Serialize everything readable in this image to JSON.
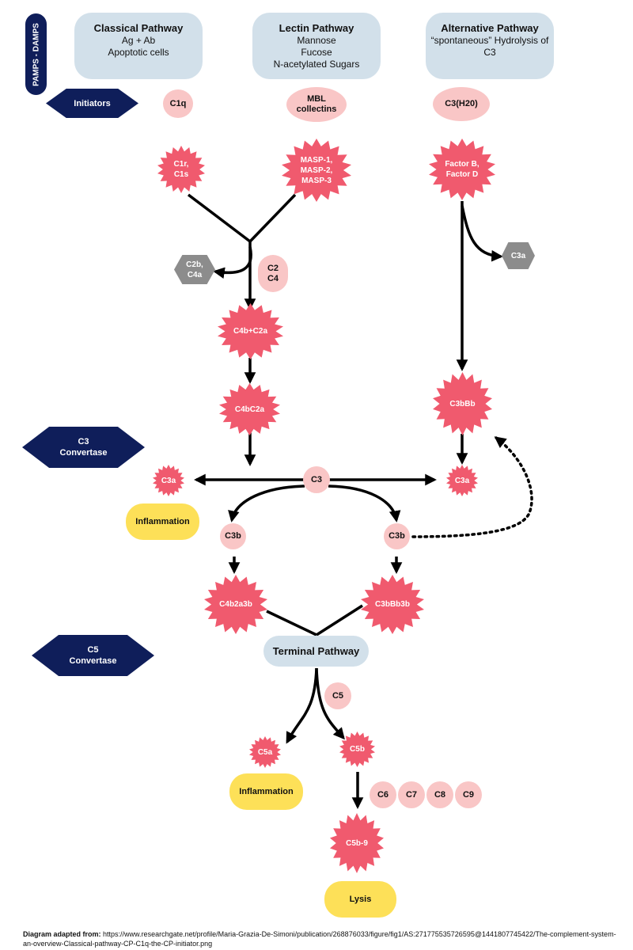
{
  "side_label": "PAMPS - DAMPS",
  "pathways": {
    "classical": {
      "title": "Classical Pathway",
      "lines": [
        "Ag + Ab",
        "Apoptotic cells"
      ]
    },
    "lectin": {
      "title": "Lectin Pathway",
      "lines": [
        "Mannose",
        "Fucose",
        "N-acetylated Sugars"
      ]
    },
    "alternative": {
      "title": "Alternative Pathway",
      "lines": [
        "“spontaneous” Hydrolysis of",
        "C3"
      ]
    }
  },
  "labels": {
    "initiators": "Initiators",
    "c3_convertase": [
      "C3",
      "Convertase"
    ],
    "c5_convertase": [
      "C5",
      "Convertase"
    ]
  },
  "initiators": {
    "c1q": "C1q",
    "mbl": [
      "MBL",
      "collectins"
    ],
    "c3h2o": "C3(H20)"
  },
  "enzymes": {
    "c1r_c1s": [
      "C1r,",
      "C1s"
    ],
    "masp": [
      "MASP-1,",
      "MASP-2,",
      "MASP-3"
    ],
    "factor_bd": [
      "Factor B,",
      "Factor D"
    ]
  },
  "byproducts": {
    "c2b_c4a": [
      "C2b,",
      "C4a"
    ],
    "c3a_alt": "C3a"
  },
  "substrates": {
    "c2_c4": [
      "C2",
      "C4"
    ],
    "c3": "C3",
    "c5": "C5",
    "terminal_components": [
      "C6",
      "C7",
      "C8",
      "C9"
    ]
  },
  "complexes": {
    "c4b_c2a": "C4b+C2a",
    "c4bc2a": "C4bC2a",
    "c3bbb": "C3bBb",
    "c3a_left": "C3a",
    "c3a_right": "C3a",
    "c3b_left": "C3b",
    "c3b_right": "C3b",
    "c4b2a3b": "C4b2a3b",
    "c3bbb3b": "C3bBb3b",
    "c5a": "C5a",
    "c5b": "C5b",
    "c5b9": "C5b-9"
  },
  "outcomes": {
    "inflammation_1": "Inflammation",
    "inflammation_2": "Inflammation",
    "lysis": "Lysis"
  },
  "terminal_pathway": "Terminal Pathway",
  "footer": {
    "label": "Diagram adapted from:",
    "url": "https://www.researchgate.net/profile/Maria-Grazia-De-Simoni/publication/268876033/figure/fig1/AS:271775535726595@1441807745422/The-complement-system-an-overview-Classical-pathway-CP-C1q-the-CP-initiator.png"
  },
  "colors": {
    "pathway_box": "#d2e0ea",
    "pill": "#f9c6c6",
    "star": "#f05a6e",
    "byproduct": "#8c8c8c",
    "convertase_label": "#0f1e5a",
    "outcome": "#fde058"
  }
}
